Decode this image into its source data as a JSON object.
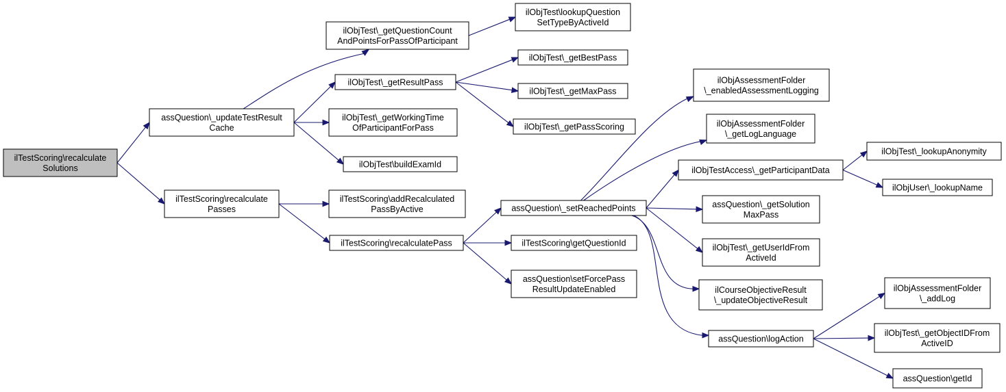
{
  "nodes": {
    "root": [
      "ilTestScoring\\recalculate",
      "Solutions"
    ],
    "updateCache": [
      "assQuestion\\_updateTestResult",
      "Cache"
    ],
    "recalcPasses": [
      "ilTestScoring\\recalculate",
      "Passes"
    ],
    "qCount": [
      "ilObjTest\\_getQuestionCount",
      "AndPointsForPassOfParticipant"
    ],
    "lookupQ": [
      "ilObjTest\\lookupQuestion",
      "SetTypeByActiveId"
    ],
    "resultPass": [
      "ilObjTest\\_getResultPass"
    ],
    "bestPass": [
      "ilObjTest\\_getBestPass"
    ],
    "maxPass": [
      "ilObjTest\\_getMaxPass"
    ],
    "passScoring": [
      "ilObjTest\\_getPassScoring"
    ],
    "workingTime": [
      "ilObjTest\\_getWorkingTime",
      "OfParticipantForPass"
    ],
    "examId": [
      "ilObjTest\\buildExamId"
    ],
    "addRecalc": [
      "ilTestScoring\\addRecalculated",
      "PassByActive"
    ],
    "recalcPass": [
      "ilTestScoring\\recalculatePass"
    ],
    "reached": [
      "assQuestion\\_setReachedPoints"
    ],
    "getQid": [
      "ilTestScoring\\getQuestionId"
    ],
    "forcePass": [
      "assQuestion\\setForcePass",
      "ResultUpdateEnabled"
    ],
    "enabledLog": [
      "ilObjAssessmentFolder",
      "\\_enabledAssessmentLogging"
    ],
    "logLang": [
      "ilObjAssessmentFolder",
      "\\_getLogLanguage"
    ],
    "partData": [
      "ilObjTestAccess\\_getParticipantData"
    ],
    "solMax": [
      "assQuestion\\_getSolution",
      "MaxPass"
    ],
    "userId": [
      "ilObjTest\\_getUserIdFrom",
      "ActiveId"
    ],
    "courseObj": [
      "ilCourseObjectiveResult",
      "\\_updateObjectiveResult"
    ],
    "logAction": [
      "assQuestion\\logAction"
    ],
    "anon": [
      "ilObjTest\\_lookupAnonymity"
    ],
    "lookupName": [
      "ilObjUser\\_lookupName"
    ],
    "addLog": [
      "ilObjAssessmentFolder",
      "\\_addLog"
    ],
    "objIdFrom": [
      "ilObjTest\\_getObjectIDFrom",
      "ActiveID"
    ],
    "getId": [
      "assQuestion\\getId"
    ]
  },
  "edges": [
    [
      "root",
      "updateCache"
    ],
    [
      "root",
      "recalcPasses"
    ],
    [
      "updateCache",
      "qCount"
    ],
    [
      "updateCache",
      "resultPass"
    ],
    [
      "updateCache",
      "workingTime"
    ],
    [
      "updateCache",
      "examId"
    ],
    [
      "qCount",
      "lookupQ"
    ],
    [
      "resultPass",
      "bestPass"
    ],
    [
      "resultPass",
      "maxPass"
    ],
    [
      "resultPass",
      "passScoring"
    ],
    [
      "recalcPasses",
      "addRecalc"
    ],
    [
      "recalcPasses",
      "recalcPass"
    ],
    [
      "recalcPass",
      "reached"
    ],
    [
      "recalcPass",
      "getQid"
    ],
    [
      "recalcPass",
      "forcePass"
    ],
    [
      "reached",
      "enabledLog"
    ],
    [
      "reached",
      "logLang"
    ],
    [
      "reached",
      "partData"
    ],
    [
      "reached",
      "solMax"
    ],
    [
      "reached",
      "userId"
    ],
    [
      "reached",
      "courseObj"
    ],
    [
      "reached",
      "logAction"
    ],
    [
      "partData",
      "anon"
    ],
    [
      "partData",
      "lookupName"
    ],
    [
      "logAction",
      "addLog"
    ],
    [
      "logAction",
      "objIdFrom"
    ],
    [
      "logAction",
      "getId"
    ]
  ],
  "colors": {
    "edge": "#191970",
    "root_fill": "#bfbfbf",
    "node_fill": "#ffffff",
    "node_stroke": "#000000"
  }
}
